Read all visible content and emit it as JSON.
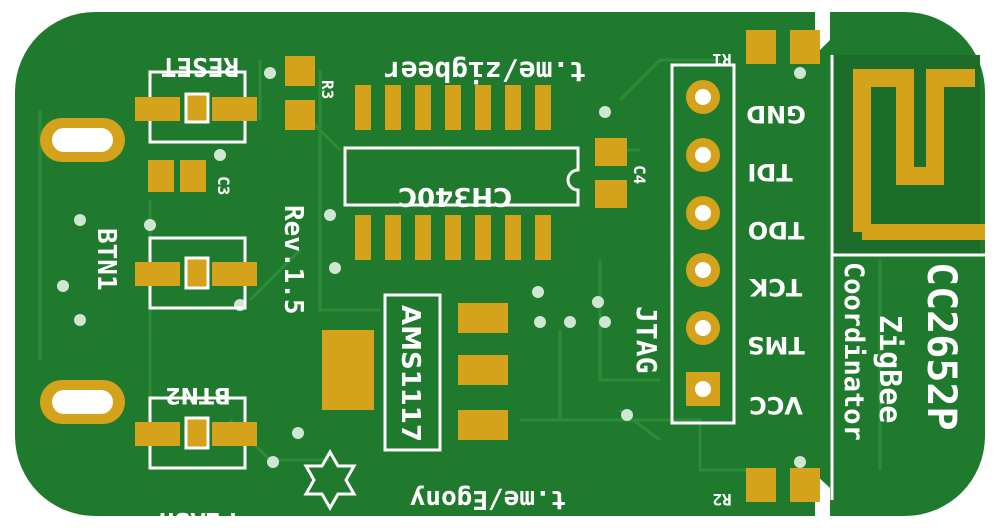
{
  "labels": {
    "reset": "RESET",
    "r3": "R3",
    "zigbeer": "t.me/zigbeer",
    "r1": "R1",
    "gnd": "GND",
    "tdi": "TDI",
    "tdo": "TDO",
    "tck": "TCK",
    "tms": "TMS",
    "vcc": "VCC",
    "c3": "C3",
    "c4": "C4",
    "ch340c": "CH340C",
    "btn1": "BTN1",
    "rev": "Rev.1.5",
    "btn2": "BTN2",
    "flash": "FLASH",
    "ams1117": "AMS1117",
    "jtag": "JTAG",
    "egony": "t.me/Egony",
    "r2": "R2",
    "cc2652p": "CC2652P",
    "zigbee": "ZigBee",
    "coordinator": "Coordinator"
  },
  "colors": {
    "board": "#1f7a2e",
    "trace": "#2b8d3a",
    "pad": "#d4a21b",
    "silk": "#ffffff"
  }
}
